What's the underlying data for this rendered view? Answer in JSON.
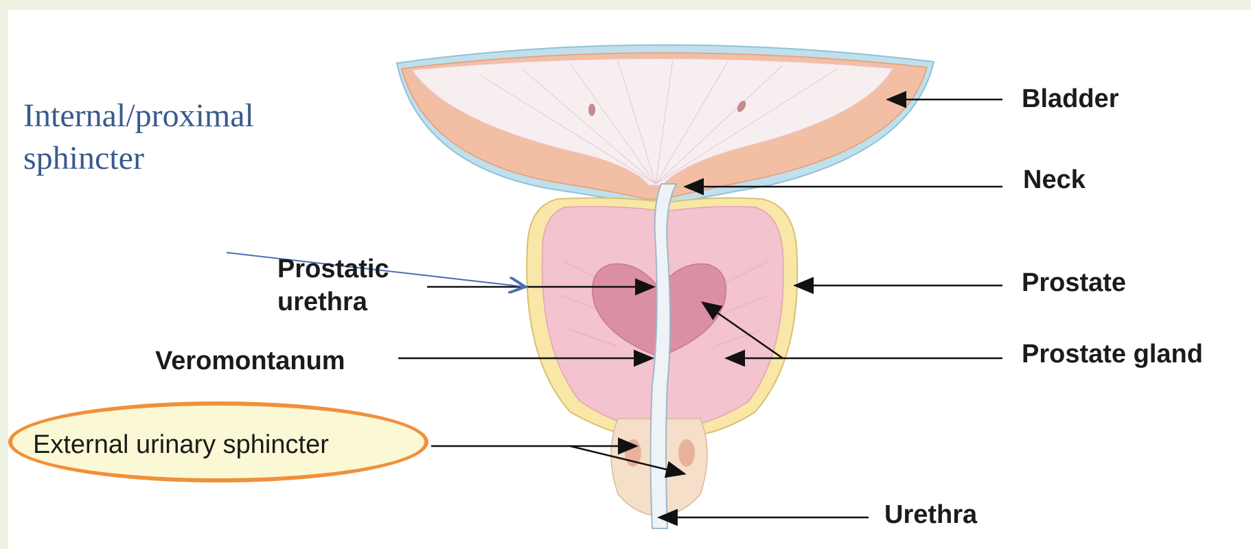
{
  "note": {
    "line1": "Internal/proximal",
    "line2": "sphincter"
  },
  "labels": {
    "bladder": "Bladder",
    "neck": "Neck",
    "prostate": "Prostate",
    "prostate_gland": "Prostate gland",
    "urethra": "Urethra",
    "prostatic_line1": "Prostatic",
    "prostatic_line2": "urethra",
    "veromontanum": "Veromontanum",
    "external_sphincter": "External urinary sphincter"
  },
  "colors": {
    "note_text": "#3a5a8c",
    "highlight_border": "#f0903a",
    "highlight_fill": "#fbf8d6",
    "annotation_arrow": "#4a6fb0"
  }
}
